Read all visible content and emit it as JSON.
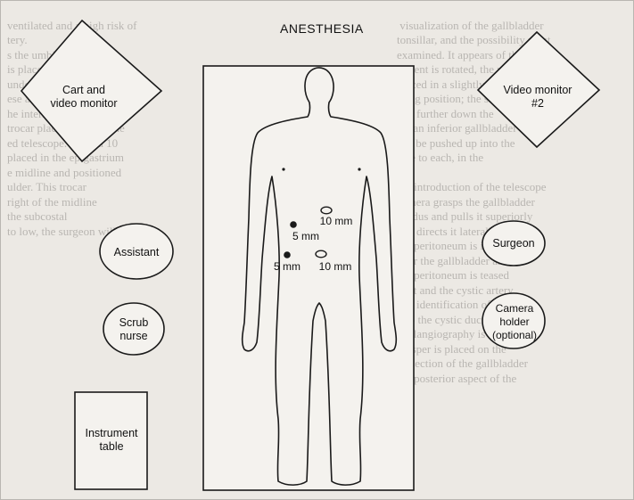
{
  "title": "ANESTHESIA",
  "stations": {
    "cart_video": "Cart and video monitor",
    "video_monitor_2": "Video monitor #2",
    "assistant": "Assistant",
    "scrub_nurse": "Scrub nurse",
    "surgeon": "Surgeon",
    "camera_holder": "Camera holder (optional)",
    "instrument_table": "Instrument table"
  },
  "ports": {
    "top_right": "10 mm",
    "mid_left": "5 mm",
    "bottom_left": "5 mm",
    "bottom_right": "10 mm"
  }
}
